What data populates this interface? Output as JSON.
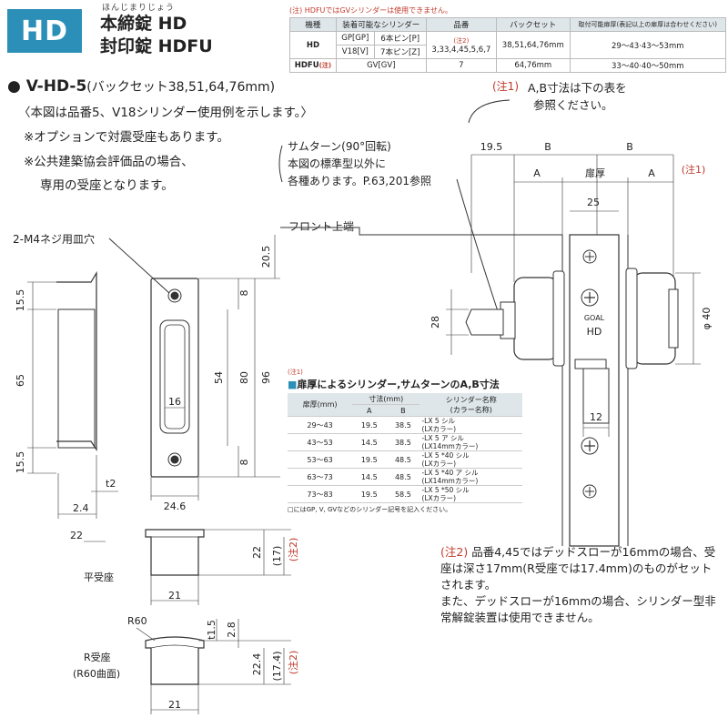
{
  "header": {
    "badge": "HD",
    "furigana": "ほんじまりじょう",
    "title1": "本締錠 HD",
    "title2": "封印錠 HDFU"
  },
  "spec_table": {
    "note": "(注) HDFUではGVシリンダーは使用できません。",
    "headers": [
      "機種",
      "装着可能なシリンダー",
      "品番",
      "バックセット",
      "取付可能扉厚(表記以上の扉厚は合わせください)"
    ],
    "rows": [
      {
        "model": "HD",
        "cyl1": "GP[GP]",
        "pin1": "6本ピン[P]",
        "cyl2": "V18[V]",
        "pin2": "7本ピン[Z]",
        "part_note": "(注2)",
        "part": "3,33,4,45,5,6,7",
        "backset": "38,51,64,76mm",
        "door": "29〜43·43〜53mm"
      },
      {
        "model": "HDFU",
        "model_note": "(注)",
        "cyl": "GV[GV]",
        "part": "7",
        "backset": "64,76mm",
        "door": "33〜40·40〜50mm"
      }
    ]
  },
  "section": {
    "title": "V-HD-5",
    "subtitle": "(バックセット38,51,64,76mm)",
    "lines": [
      "〈本図は品番5、V18シリンダー使用例を示します。〉",
      "※オプションで対震受座もあります。",
      "※公共建築協会評価品の場合、",
      "専用の受座となります。"
    ]
  },
  "note1": {
    "label": "(注1)",
    "line1": "A,B寸法は下の表を",
    "line2": "参照ください。"
  },
  "thumbturn": {
    "line1": "サムターン(90°回転)",
    "line2": "本図の標準型以外に",
    "line3": "各種あります。P.63,201参照"
  },
  "labels": {
    "front_top": "フロント上端",
    "screw_hole": "2-M4ネジ用皿穴",
    "flat_seat": "平受座",
    "r_seat1": "R受座",
    "r_seat2": "(R60曲面)",
    "note1_tag": "(注1)",
    "note2_tag": "(注2)",
    "door": "扉厚",
    "logo1": "GOAL",
    "logo2": "HD"
  },
  "dims": {
    "d155a": "15.5",
    "d65": "65",
    "d155b": "15.5",
    "t2": "t2",
    "d24": "2.4",
    "d246": "24.6",
    "d22": "22",
    "d8a": "8",
    "d54": "54",
    "d80": "80",
    "d96": "96",
    "d205": "20.5",
    "d8b": "8",
    "d16": "16",
    "d195": "19.5",
    "dB": "B",
    "dA": "A",
    "d25": "25",
    "d28": "28",
    "d40": "φ 40",
    "d12": "12",
    "d22b": "22",
    "d17": "(17)",
    "d21a": "21",
    "dR60": "R60",
    "dt15": "t1.5",
    "d28b": "2.8",
    "d224": "22.4",
    "d174": "(17.4)",
    "d21b": "21"
  },
  "ab_table": {
    "note": "(注1)",
    "title": "扉厚によるシリンダー,サムターンのA,B寸法",
    "h_door": "扉厚(mm)",
    "h_dim": "寸法(mm)",
    "h_a": "A",
    "h_b": "B",
    "h_cyl": "シリンダー名称",
    "h_cyl2": "(カラー名称)",
    "rows": [
      {
        "door": "29〜43",
        "a": "19.5",
        "b": "38.5",
        "name": "-LX 5 シル",
        "color": "(LXカラー)"
      },
      {
        "door": "43〜53",
        "a": "14.5",
        "b": "38.5",
        "name": "-LX 5 ア シル",
        "color": "(LX14mmカラー)"
      },
      {
        "door": "53〜63",
        "a": "19.5",
        "b": "48.5",
        "name": "-LX 5 *40 シル",
        "color": "(LXカラー)"
      },
      {
        "door": "63〜73",
        "a": "14.5",
        "b": "48.5",
        "name": "-LX 5 *40 ア シル",
        "color": "(LX14mmカラー)"
      },
      {
        "door": "73〜83",
        "a": "19.5",
        "b": "58.5",
        "name": "-LX 5 *50 シル",
        "color": "(LXカラー)"
      }
    ],
    "footnote": "□にはGP, V, GVなどのシリンダー記号を記入ください。"
  },
  "note2": {
    "label": "(注2)",
    "text1": "品番4,45ではデッドスローが16mmの場合、受座は深さ17mm(R受座では17.4mm)のものがセットされます。",
    "text2": "また、デッドスローが16mmの場合、シリンダー型非常解錠装置は使用できません。"
  },
  "colors": {
    "badge": "#2b8fb8",
    "red": "#c0392b",
    "table_header": "#dfe6ea",
    "line": "#333333"
  }
}
